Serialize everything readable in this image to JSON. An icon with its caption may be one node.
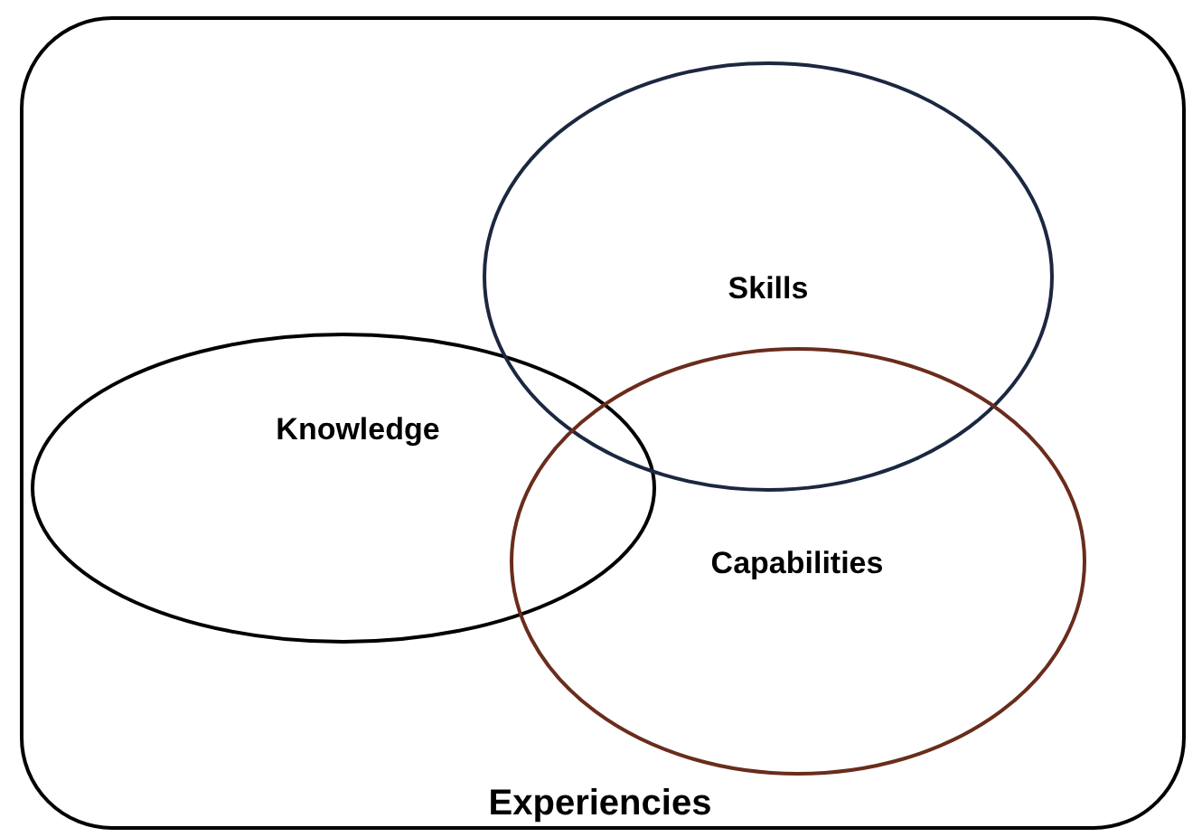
{
  "diagram": {
    "nodes": [
      {
        "text": [
          "Experiencies"
        ]
      },
      {
        "text": [
          "Knowledge"
        ],
        "in": 0
      },
      {
        "text": [
          "Skills"
        ],
        "in": 0
      },
      {
        "text": [
          "Capabilities"
        ],
        "in": 0
      }
    ]
  }
}
